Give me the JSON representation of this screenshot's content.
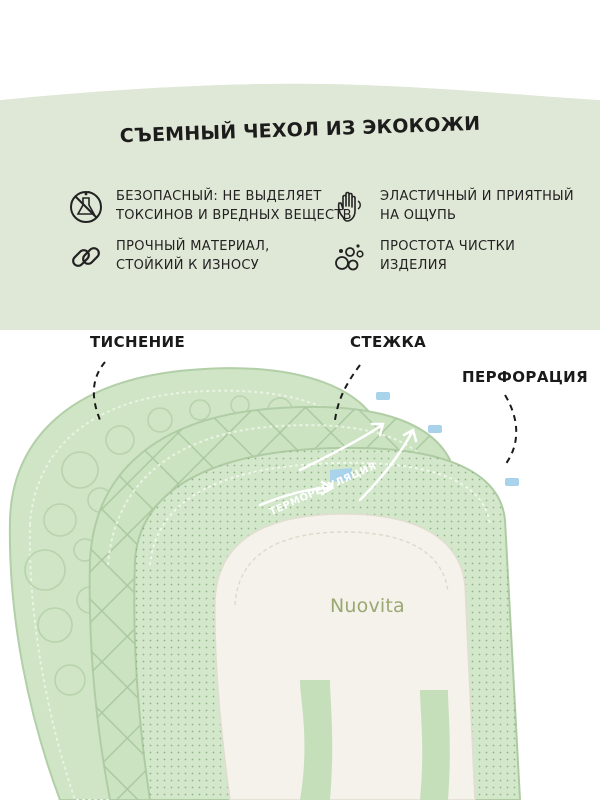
{
  "title": "СЪЕМНЫЙ ЧЕХОЛ ИЗ ЭКОКОЖИ",
  "features": [
    {
      "icon": "no-chemicals-icon",
      "line1": "БЕЗОПАСНЫЙ: НЕ ВЫДЕЛЯЕТ",
      "line2": "ТОКСИНОВ И ВРЕДНЫХ ВЕЩЕСТВ"
    },
    {
      "icon": "soft-hand-icon",
      "line1": "ЭЛАСТИЧНЫЙ И ПРИЯТНЫЙ",
      "line2": "НА ОЩУПЬ"
    },
    {
      "icon": "chain-link-icon",
      "line1": "ПРОЧНЫЙ МАТЕРИАЛ,",
      "line2": "СТОЙКИЙ К ИЗНОСУ"
    },
    {
      "icon": "bubbles-icon",
      "line1": "ПРОСТОТА ЧИСТКИ",
      "line2": "ИЗДЕЛИЯ"
    }
  ],
  "labels": {
    "emboss": "ТИСНЕНИЕ",
    "stitch": "СТЕЖКА",
    "perforation": "ПЕРФОРАЦИЯ",
    "thermo": "ТЕРМОРЕГУЛЯЦИЯ"
  },
  "brand": "Nuovita",
  "colors": {
    "background_green": "#dfe8d6",
    "fabric_mint": "#cfe5c5",
    "fabric_mint_dark": "#aecba3",
    "liner_cream": "#f4f2ea",
    "accent_blue": "#a9d3ea"
  }
}
